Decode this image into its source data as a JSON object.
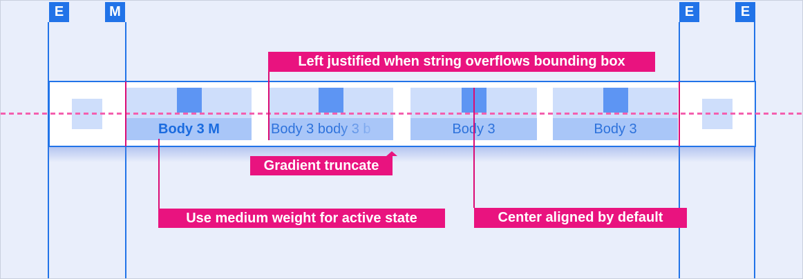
{
  "markers": [
    {
      "label": "E"
    },
    {
      "label": "M"
    },
    {
      "label": "E"
    },
    {
      "label": "E"
    }
  ],
  "tabs": [
    {
      "label": "Body 3 M",
      "state": "active",
      "align": "center",
      "weight": "medium"
    },
    {
      "label": "Body 3 body 3 b",
      "state": "default",
      "align": "left",
      "truncation": "gradient"
    },
    {
      "label": "Body 3",
      "state": "default",
      "align": "center"
    },
    {
      "label": "Body 3",
      "state": "default",
      "align": "center"
    }
  ],
  "annotations": [
    {
      "text": "Left justified when string overflows bounding box"
    },
    {
      "text": "Gradient truncate"
    },
    {
      "text": "Use medium weight for active state"
    },
    {
      "text": "Center aligned by default"
    }
  ],
  "colors": {
    "bg": "#e9eefb",
    "blue": "#2173e8",
    "strip_top": "#cedefb",
    "strip_bottom": "#a9c6f8",
    "sq_light": "#cedefb",
    "sq_mid": "#5d95f3",
    "magenta": "#e9137f",
    "magenta_line": "#db0b74",
    "dashed": "#f45fae",
    "text_blue": "#2d72dc",
    "text_blue_bold": "#1a6bdf"
  }
}
